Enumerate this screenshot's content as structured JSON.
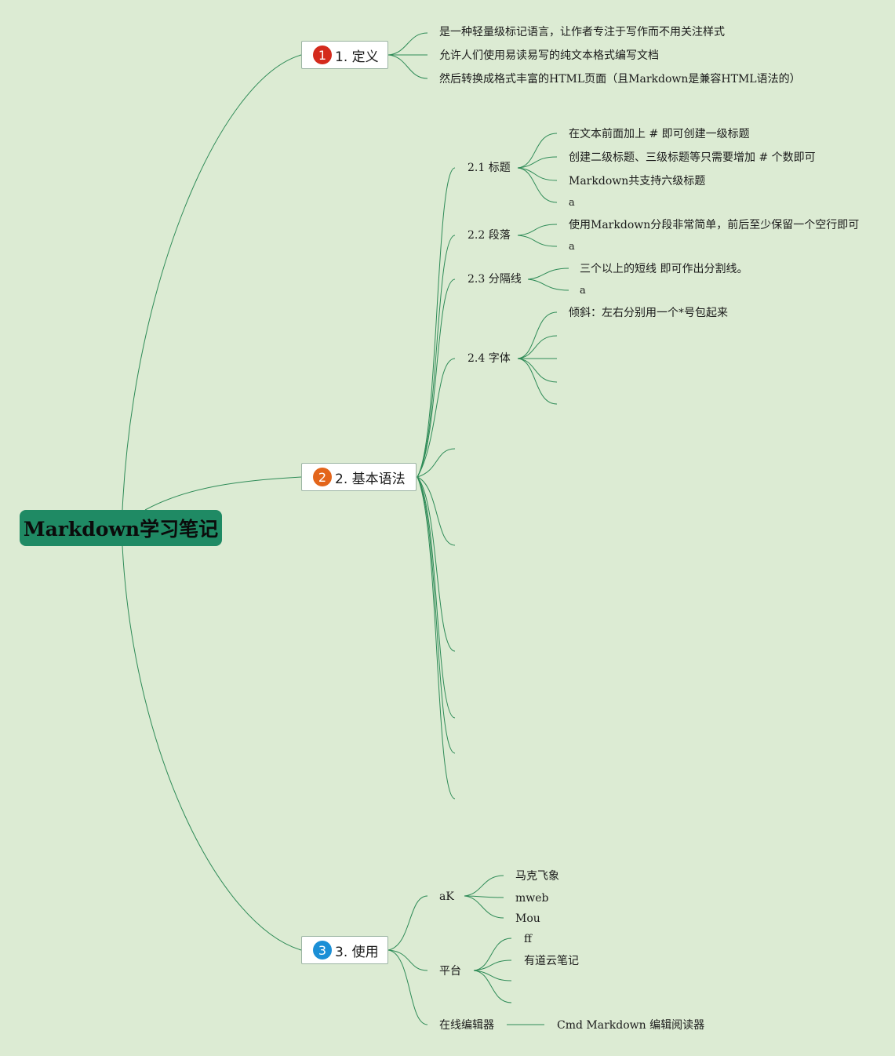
{
  "root": {
    "label": "Markdown学习笔记"
  },
  "colors": {
    "background": "#dcebd3",
    "line": "#2e8b57",
    "root_fill": "#1f8a64",
    "badge1": "#d42a1c",
    "badge2": "#e3651b",
    "badge3": "#1b8fd6"
  },
  "branches": [
    {
      "badge": "1",
      "label": "1. 定义",
      "children": [
        "是一种轻量级标记语言，让作者专注于写作而不用关注样式",
        "允许人们使用易读易写的纯文本格式编写文档",
        "然后转换成格式丰富的HTML页面（且Markdown是兼容HTML语法的）"
      ]
    },
    {
      "badge": "2",
      "label": "2. 基本语法",
      "subs": [
        {
          "label": "2.1 标题",
          "children": [
            "在文本前面加上 # 即可创建一级标题",
            "创建二级标题、三级标题等只需要增加 # 个数即可",
            "Markdown共支持六级标题",
            "a"
          ]
        },
        {
          "label": "2.2 段落",
          "children": [
            "使用Markdown分段非常简单，前后至少保留一个空行即可",
            "a"
          ]
        },
        {
          "label": "2.3 分隔线",
          "children": [
            "三个以上的短线 即可作出分割线。",
            "a"
          ]
        },
        {
          "label": "2.4 字体",
          "children": [
            "倾斜：左右分别用一个*号包起来"
          ]
        }
      ]
    },
    {
      "badge": "3",
      "label": "3. 使用",
      "subs": [
        {
          "label": "aK",
          "children": [
            "马克飞象",
            "mweb",
            "Mou"
          ]
        },
        {
          "label": "平台",
          "children": [
            "ff",
            "有道云笔记"
          ]
        },
        {
          "label": "在线编辑器",
          "children": [
            "Cmd Markdown 编辑阅读器"
          ]
        }
      ]
    }
  ]
}
